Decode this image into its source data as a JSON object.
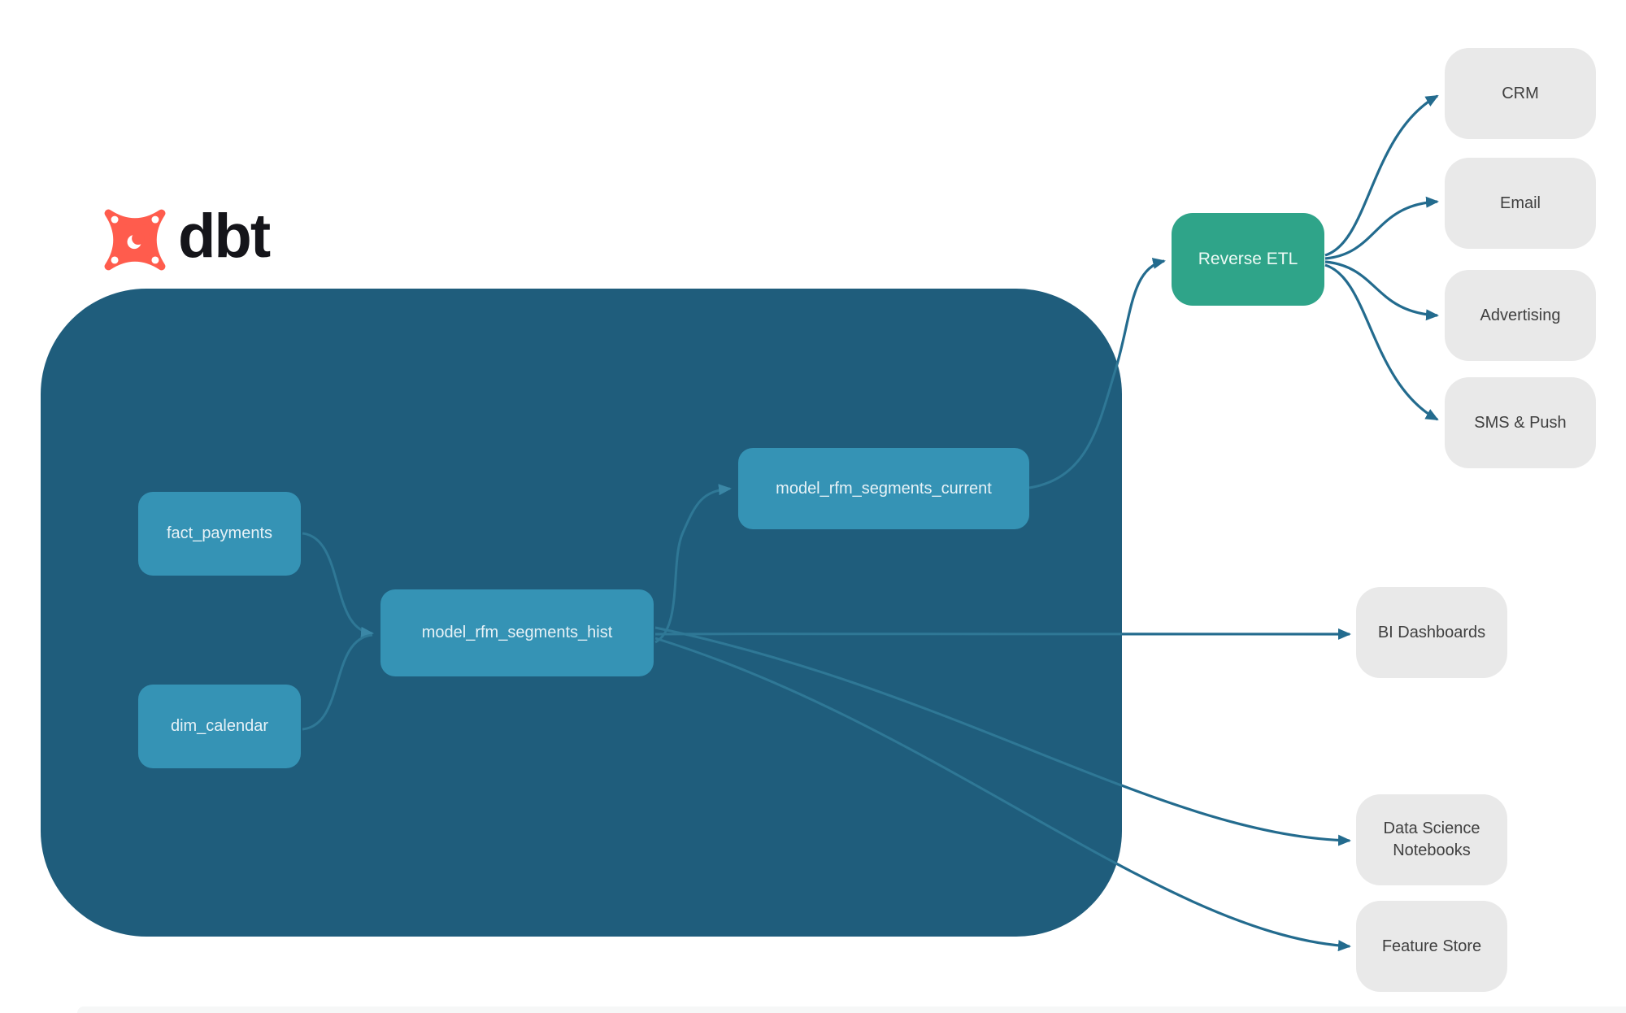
{
  "logo": {
    "brand": "dbt",
    "icon": "dbt-star-icon"
  },
  "colors": {
    "container": "#1F5D7C",
    "model_node": "#3593B5",
    "reverse_etl_node": "#2FA489",
    "destination_node": "#E9E9E9",
    "arrow": "#236B8E",
    "arrow_inside": "#2F7896",
    "logo_orange": "#FF5C4D"
  },
  "nodes": {
    "fact_payments": {
      "label": "fact_payments"
    },
    "dim_calendar": {
      "label": "dim_calendar"
    },
    "model_rfm_segments_hist": {
      "label": "model_rfm_segments_hist"
    },
    "model_rfm_segments_current": {
      "label": "model_rfm_segments_current"
    },
    "reverse_etl": {
      "label": "Reverse ETL"
    },
    "crm": {
      "label": "CRM"
    },
    "email": {
      "label": "Email"
    },
    "advertising": {
      "label": "Advertising"
    },
    "sms_push": {
      "label": "SMS & Push"
    },
    "bi_dashboards": {
      "label": "BI Dashboards"
    },
    "data_science_notebooks": {
      "label": "Data Science Notebooks"
    },
    "feature_store": {
      "label": "Feature Store"
    }
  },
  "edges": [
    {
      "from": "fact_payments",
      "to": "model_rfm_segments_hist"
    },
    {
      "from": "dim_calendar",
      "to": "model_rfm_segments_hist"
    },
    {
      "from": "model_rfm_segments_hist",
      "to": "model_rfm_segments_current"
    },
    {
      "from": "model_rfm_segments_current",
      "to": "reverse_etl"
    },
    {
      "from": "reverse_etl",
      "to": "crm"
    },
    {
      "from": "reverse_etl",
      "to": "email"
    },
    {
      "from": "reverse_etl",
      "to": "advertising"
    },
    {
      "from": "reverse_etl",
      "to": "sms_push"
    },
    {
      "from": "model_rfm_segments_hist",
      "to": "bi_dashboards"
    },
    {
      "from": "model_rfm_segments_hist",
      "to": "data_science_notebooks"
    },
    {
      "from": "model_rfm_segments_hist",
      "to": "feature_store"
    }
  ]
}
